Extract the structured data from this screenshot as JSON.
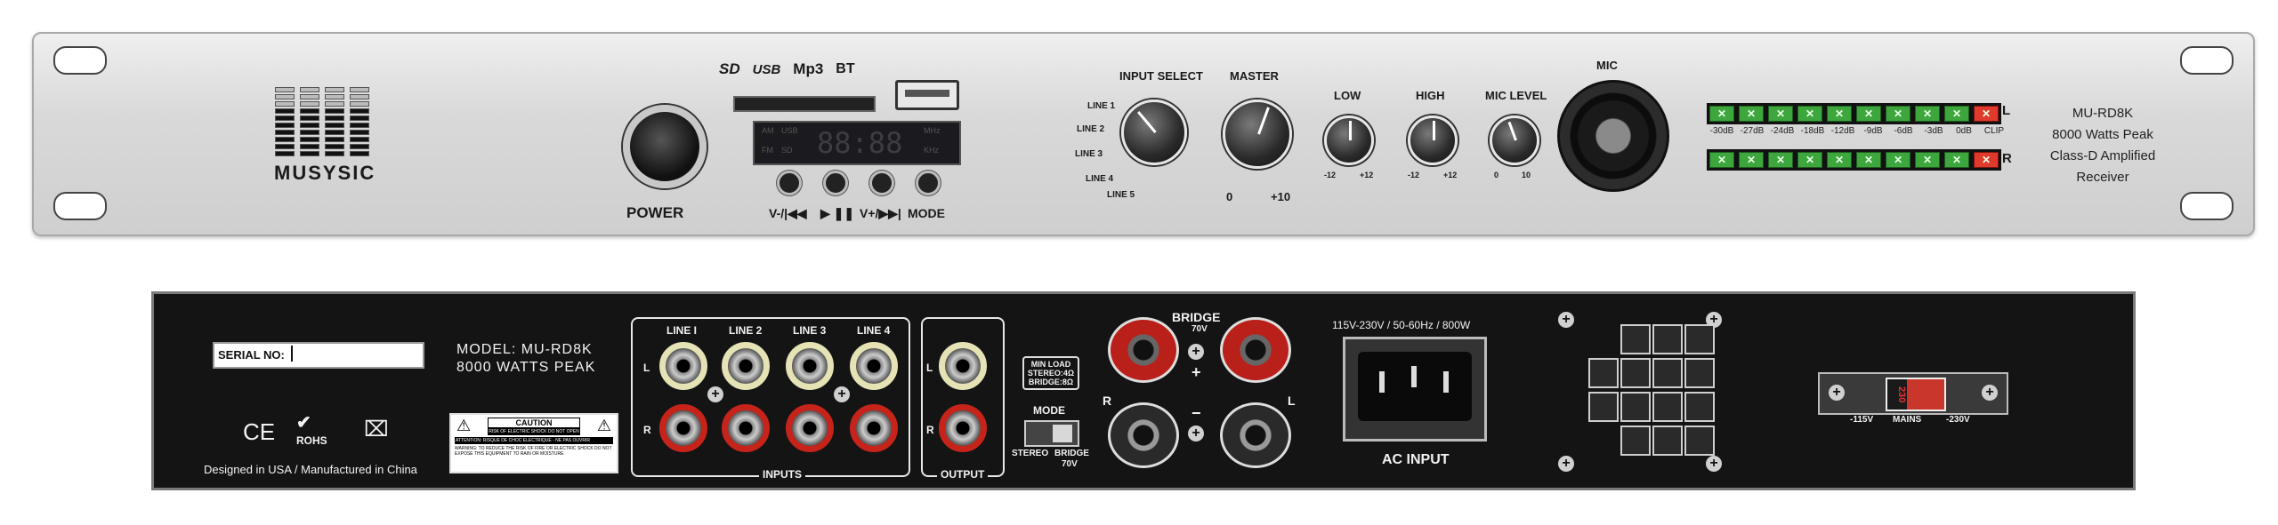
{
  "front": {
    "brand": "MUSYSIC",
    "power_label": "POWER",
    "media_logos": [
      "SD",
      "USB",
      "Mp3",
      "BT"
    ],
    "display_digits": "88:88",
    "display_small": [
      "AM",
      "USB",
      "FM",
      "SD",
      "MHz",
      "KHz"
    ],
    "transport_buttons": [
      "V-/|◀◀",
      "▶ ❚❚",
      "V+/▶▶|",
      "MODE"
    ],
    "input_select": {
      "title": "INPUT SELECT",
      "positions": [
        "LINE 1",
        "LINE 2",
        "LINE 3",
        "LINE 4",
        "LINE 5"
      ]
    },
    "master": {
      "title": "MASTER",
      "min": "0",
      "max": "+10"
    },
    "low": {
      "title": "LOW",
      "min": "-12",
      "max": "+12"
    },
    "high": {
      "title": "HIGH",
      "min": "-12",
      "max": "+12"
    },
    "mic_level": {
      "title": "MIC LEVEL",
      "min": "0",
      "max": "10"
    },
    "mic_label": "MIC",
    "meter": {
      "scale": [
        "-30dB",
        "-27dB",
        "-24dB",
        "-18dB",
        "-12dB",
        "-9dB",
        "-6dB",
        "-3dB",
        "0dB",
        "CLIP"
      ],
      "channel_left": "L",
      "channel_right": "R",
      "green_color": "#3da63d",
      "red_color": "#e03a2c"
    },
    "model_lines": [
      "MU-RD8K",
      "8000 Watts Peak",
      "Class-D Amplified Receiver"
    ]
  },
  "rear": {
    "serial_label": "SERIAL NO:",
    "model_text": "MODEL:  MU-RD8K",
    "watts_text": "8000 WATTS PEAK",
    "cert_marks": [
      "CE",
      "ROHS"
    ],
    "caution_title": "CAUTION",
    "caution_line1": "RISK OF ELECTRIC SHOCK DO NOT OPEN",
    "caution_line2": "ATTENTION: RISQUE DE CHOC ELECTRIQUE - NE PAS OUVRIR",
    "warning_text": "WARNING: TO REDUCE THE RISK OF FIRE OR ELECTRIC SHOCK DO NOT EXPOSE THIS EQUIPMENT TO RAIN OR MOISTURE",
    "designed_text": "Designed in USA / Manufactured in China",
    "inputs": {
      "columns": [
        "LINE I",
        "LINE 2",
        "LINE 3",
        "LINE 4"
      ],
      "row_left": "L",
      "row_right": "R",
      "title": "INPUTS"
    },
    "output": {
      "row_left": "L",
      "row_right": "R",
      "title": "OUTPUT"
    },
    "min_load": [
      "MIN LOAD",
      "STEREO:4Ω",
      "BRIDGE:8Ω"
    ],
    "mode": {
      "title": "MODE",
      "stereo": "STEREO",
      "bridge": "BRIDGE",
      "bridge_v": "70V"
    },
    "bridge": {
      "title": "BRIDGE",
      "volts": "70V",
      "plus": "+",
      "minus": "−",
      "right": "R",
      "left": "L"
    },
    "power_spec": "115V-230V / 50-60Hz / 800W",
    "ac_input": "AC INPUT",
    "mains": {
      "value": "230",
      "left": "-115V",
      "center": "MAINS",
      "right": "-230V"
    }
  }
}
